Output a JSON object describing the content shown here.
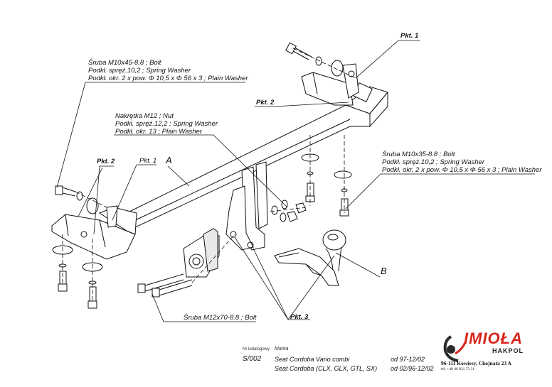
{
  "callouts": {
    "bolt_top": [
      "Śruba M10x45-8.8 ;  Bolt",
      "Podkł. spręż.10,2 ; Spring Washer",
      "Podkł. okr. 2 x pow. Φ 10,5 x Φ 56 x 3 ; Plain Washer"
    ],
    "nut": [
      "Nakrętka  M12 ; Nut",
      "Podkł. spręż.12,2 ; Spring Washer",
      "Podkł. okr. 13 ; Plain Washer"
    ],
    "bolt_right": [
      "Śruba M10x35-8.8 ;  Bolt",
      "Podkł. spręż.10,2 ; Spring Washer",
      "Podkł. okr. 2 x pow. Φ 10,5 x Φ 56 x 3 ; Plain Washer"
    ],
    "bolt_bottom": "Śruba M12x70-8.8 ;  Bolt"
  },
  "points": {
    "pkt1_top": "Pkt. 1",
    "pkt2_center": "Pkt. 2",
    "pkt2_left": "Pkt. 2",
    "pkt1_left": "Pkt. 1",
    "pkt3": "Pkt. 3",
    "part_a": "A",
    "part_b": "B"
  },
  "footer": {
    "catalog_label": "Nr katalogowy",
    "brand_label": "Marka",
    "catalog_number": "S/002",
    "rows": [
      {
        "model": "Seat Cordoba Vario combi",
        "date": "od  97-12/02"
      },
      {
        "model": "Seat Cordoba (CLX, GLX, GTL, SX)",
        "date": "od  02/96-12/02"
      }
    ]
  },
  "logo": {
    "word": "IMIOŁA",
    "sub": "HAKPOL",
    "address": "96-111 Kowiesy, Chojnata 23 A",
    "tel": "tel. +48 46 831 73 31",
    "color": "#d9241b"
  }
}
